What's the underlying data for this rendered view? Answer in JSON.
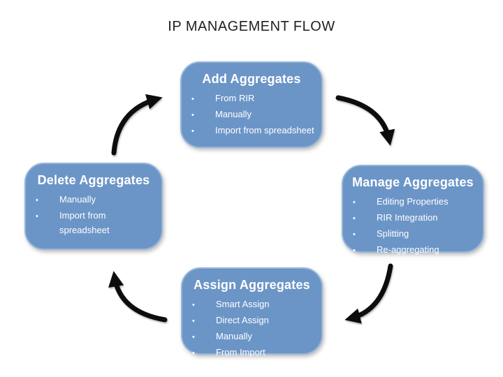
{
  "title": "IP MANAGEMENT FLOW",
  "glyphs": {
    "bullet": "•"
  },
  "colors": {
    "background": "#ffffff",
    "title-text": "#1f1f1f",
    "box-fill": "#6c95c7",
    "box-border": "#94b5da",
    "box-text": "#ffffff",
    "arrow": "#0d0d0d"
  },
  "boxes": [
    {
      "id": "add",
      "title": "Add Aggregates",
      "items": [
        "From RIR",
        "Manually",
        "Import from spreadsheet"
      ]
    },
    {
      "id": "manage",
      "title": "Manage Aggregates",
      "items": [
        "Editing Properties",
        "RIR Integration",
        "Splitting",
        "Re-aggregating"
      ]
    },
    {
      "id": "assign",
      "title": "Assign Aggregates",
      "items": [
        "Smart Assign",
        "Direct Assign",
        "Manually",
        "From Import"
      ]
    },
    {
      "id": "delete",
      "title": "Delete Aggregates",
      "items": [
        "Manually",
        "Import from spreadsheet"
      ]
    }
  ],
  "arrows": [
    {
      "name": "delete-to-add",
      "from": "Delete Aggregates",
      "to": "Add Aggregates"
    },
    {
      "name": "add-to-manage",
      "from": "Add Aggregates",
      "to": "Manage Aggregates"
    },
    {
      "name": "manage-to-assign",
      "from": "Manage Aggregates",
      "to": "Assign Aggregates"
    },
    {
      "name": "assign-to-delete",
      "from": "Assign Aggregates",
      "to": "Delete Aggregates"
    }
  ]
}
